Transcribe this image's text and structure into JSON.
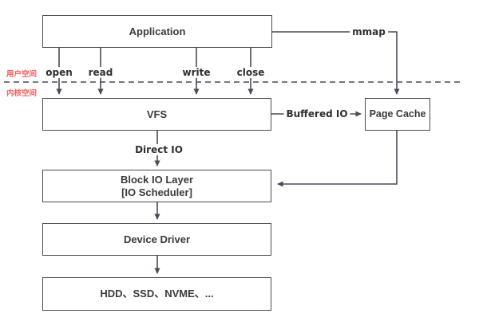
{
  "diagram": {
    "boxes": {
      "application": "Application",
      "vfs": "VFS",
      "page_cache": "Page Cache",
      "block_io_line1": "Block IO Layer",
      "block_io_line2": "[IO Scheduler]",
      "device_driver": "Device Driver",
      "storage": "HDD、SSD、NVME、..."
    },
    "edge_labels": {
      "open": "open",
      "read": "read",
      "write": "write",
      "close": "close",
      "mmap": "mmap",
      "buffered_io": "Buffered IO",
      "direct_io": "Direct IO"
    },
    "regions": {
      "user_space": "用户空间",
      "kernel_space": "内核空间"
    },
    "colors": {
      "line": "#474c55",
      "box_border": "#474c55",
      "box_text": "#3a3a3a",
      "edge_label_text": "#2f2f2f",
      "region_label_text": "#f25c5c",
      "background": "#ffffff"
    }
  }
}
